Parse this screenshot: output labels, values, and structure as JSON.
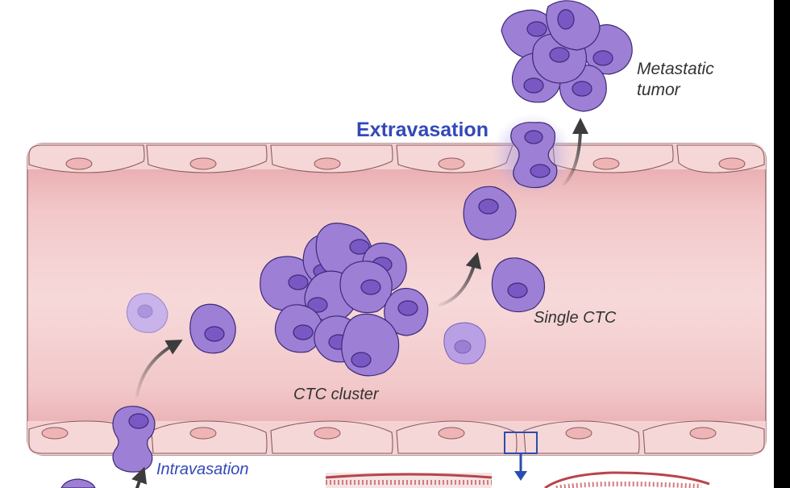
{
  "labels": {
    "extravasation": "Extravasation",
    "metastatic_tumor_line1": "Metastatic",
    "metastatic_tumor_line2": "tumor",
    "ctc_cluster": "CTC cluster",
    "single_ctc": "Single CTC",
    "intravasation": "Intravasation"
  },
  "colors": {
    "vessel_lumen": "#f3cfd0",
    "vessel_wall": "#e9a9ab",
    "endothelium": "#f7dcdc",
    "endothelium_outline": "#8b5b5e",
    "nucleus_endothelial": "#efb4b5",
    "tumor_cell": "#9d7fd6",
    "tumor_cell_outline": "#3d2a78",
    "tumor_nucleus": "#7a58c4",
    "faded_cell": "#c7b0e6",
    "arrow": "#4a4a4a",
    "highlight_glow": "#8a7ad8",
    "label_blue": "#3349b8",
    "label_dark": "#333333",
    "inset_box": "#2a4db0",
    "bottom_vessel": "#b9444a"
  }
}
